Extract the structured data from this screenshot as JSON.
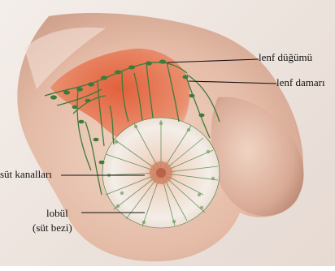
{
  "labels": {
    "lymph_node": "lenf düğümü",
    "lymph_vessel": "lenf damarı",
    "milk_ducts": "süt kanalları",
    "lobule": "lobül",
    "milk_gland": "(süt bezi)"
  },
  "colors": {
    "background": "#eee5df",
    "skin": "#e8c7b6",
    "lymph_region": "#e2552f",
    "lymph_network": "#3f7a3a",
    "gland_core": "#d98e6f"
  }
}
